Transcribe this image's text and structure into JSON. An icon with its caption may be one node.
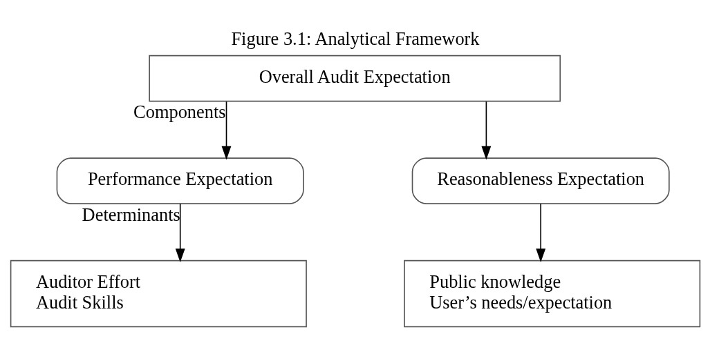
{
  "diagram": {
    "title": "Figure 3.1: Analytical Framework",
    "nodes": [
      {
        "text": [
          "Overall Audit Expectation"
        ]
      },
      {
        "text": [
          "Performance Expectation"
        ]
      },
      {
        "text": [
          "Reasonableness Expectation"
        ]
      },
      {
        "text": [
          "Auditor Effort",
          "Audit Skills"
        ]
      },
      {
        "text": [
          "Public knowledge",
          "User’s needs/expectation"
        ]
      }
    ],
    "edges": [
      {
        "from": 0,
        "to": 1,
        "arrow": "to",
        "label": "Components"
      },
      {
        "from": 0,
        "to": 2,
        "arrow": "to"
      },
      {
        "from": 1,
        "to": 3,
        "arrow": "to",
        "label": "Determinants"
      },
      {
        "from": 2,
        "to": 4,
        "arrow": "to"
      }
    ]
  }
}
